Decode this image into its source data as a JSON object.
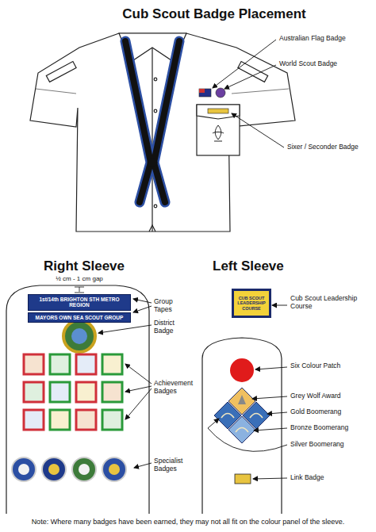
{
  "diagram": {
    "title": "Cub Scout Badge Placement",
    "nodes": [
      {
        "text": [
          "1st/14th BRIGHTON STH METRO REGION"
        ]
      },
      {
        "text": [
          "MAYORS OWN SEA SCOUT GROUP"
        ]
      },
      {
        "text": [
          "CUB SCOUT LEADERSHIP COURSE"
        ]
      }
    ],
    "labels": [
      "Australian Flag Badge",
      "World Scout Badge",
      "Sixer / Seconder Badge",
      "Right Sleeve",
      "½ cm - 1 cm gap",
      "Group Tapes",
      "District Badge",
      "Achievement Badges",
      "Specialist Badges",
      "Left Sleeve",
      "Cub Scout Leadership Course",
      "Six Colour Patch",
      "Grey Wolf Award",
      "Gold Boomerang",
      "Bronze Boomerang",
      "Silver Boomerang",
      "Link Badge",
      "Note: Where many badges have been earned, they may not all fit on the colour panel of the sleeve."
    ]
  }
}
